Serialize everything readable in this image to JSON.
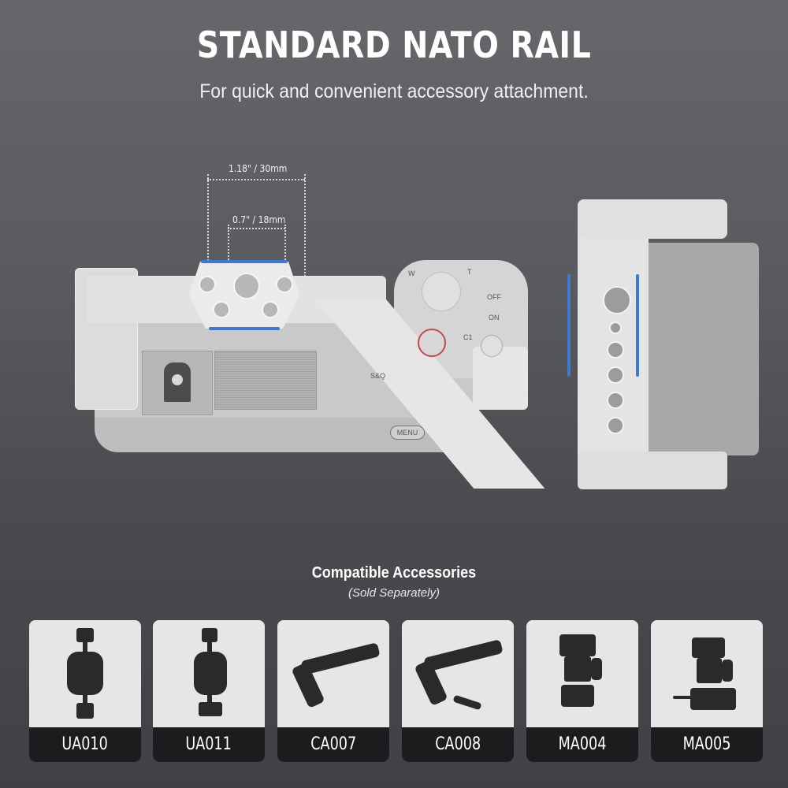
{
  "header": {
    "title": "STANDARD NATO RAIL",
    "subtitle": "For quick and convenient accessory attachment."
  },
  "dimensions": {
    "outer": "1.18\" / 30mm",
    "inner": "0.7\" / 18mm"
  },
  "camera_labels": {
    "menu": "MENU",
    "off": "OFF",
    "on": "ON",
    "c1": "C1",
    "w": "W",
    "t": "T",
    "sq": "S&Q"
  },
  "colors": {
    "accent_blue": "#3c79d0",
    "background": "#5a5b5f",
    "card_label_bg": "#1c1c1e",
    "record_ring": "#c8474c"
  },
  "accessories": {
    "title": "Compatible Accessories",
    "subtitle": "(Sold Separately)",
    "items": [
      {
        "label": "UA010",
        "type": "magic-arm"
      },
      {
        "label": "UA011",
        "type": "magic-arm"
      },
      {
        "label": "CA007",
        "type": "top-handle"
      },
      {
        "label": "CA008",
        "type": "top-handle"
      },
      {
        "label": "MA004",
        "type": "monitor-mount"
      },
      {
        "label": "MA005",
        "type": "monitor-mount"
      }
    ]
  }
}
